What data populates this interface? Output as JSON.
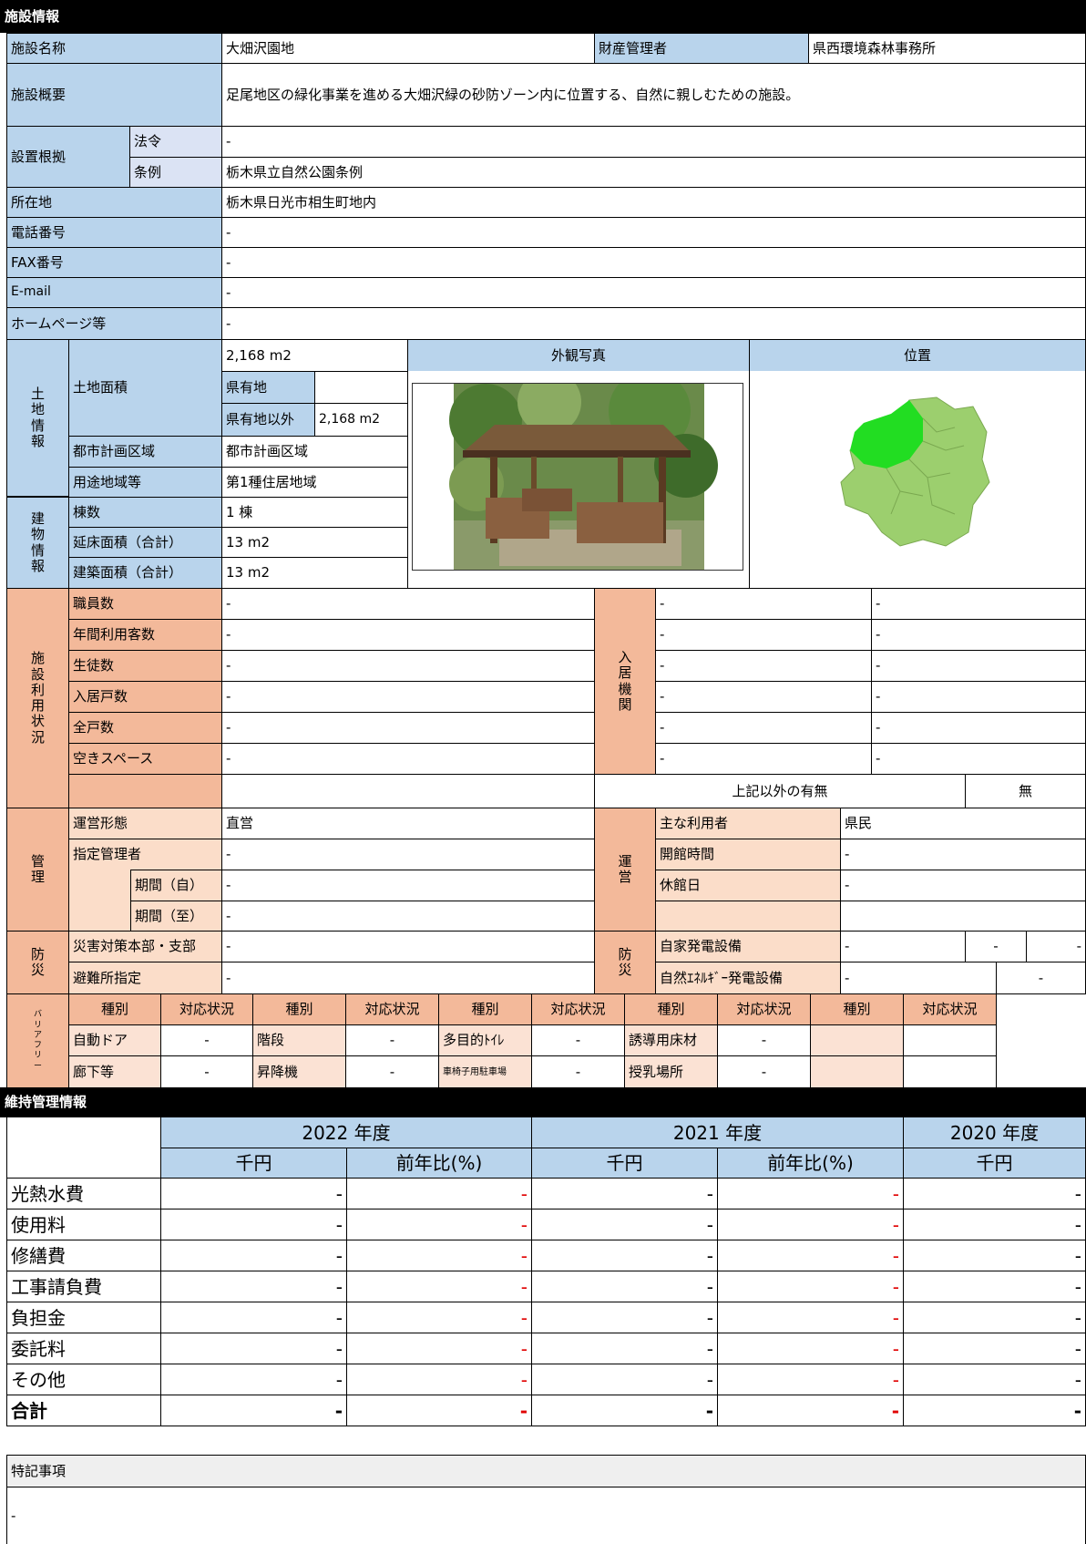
{
  "section_info_title": "施設情報",
  "basic": {
    "name_label": "施設名称",
    "name": "大畑沢園地",
    "manager_label": "財産管理者",
    "manager": "県西環境森林事務所",
    "summary_label": "施設概要",
    "summary": "足尾地区の緑化事業を進める大畑沢緑の砂防ゾーン内に位置する、自然に親しむための施設。",
    "basis_label": "設置根拠",
    "law_label": "法令",
    "law": "-",
    "ordinance_label": "条例",
    "ordinance": "栃木県立自然公園条例",
    "address_label": "所在地",
    "address": "栃木県日光市相生町地内",
    "phone_label": "電話番号",
    "phone": "-",
    "fax_label": "FAX番号",
    "fax": "-",
    "email_label": "E-mail",
    "email": "-",
    "homepage_label": "ホームページ等",
    "homepage": "-"
  },
  "land": {
    "group_label": "土地情報",
    "area_label": "土地面積",
    "area": "2,168 m2",
    "pref_label": "県有地",
    "pref": "",
    "nonpref_label": "県有地以外",
    "nonpref": "2,168 m2",
    "city_label": "都市計画区域",
    "city": "都市計画区域",
    "zoning_label": "用途地域等",
    "zoning": "第1種住居地域"
  },
  "building": {
    "group_label": "建物情報",
    "count_label": "棟数",
    "count": "1 棟",
    "floor_label": "延床面積（合計）",
    "floor": "13 m2",
    "build_label": "建築面積（合計）",
    "build": "13 m2"
  },
  "photo_label": "外観写真",
  "location_label": "位置",
  "usage": {
    "group_label": "施設利用状況",
    "staff_label": "職員数",
    "staff": "-",
    "visitors_label": "年間利用客数",
    "visitors": "-",
    "students_label": "生徒数",
    "students": "-",
    "tenants_label": "入居戸数",
    "tenants": "-",
    "units_label": "全戸数",
    "units": "-",
    "vacant_label": "空きスペース",
    "vacant": "-",
    "org_label": "入居機関",
    "orgs": [
      "-",
      "-",
      "-",
      "-",
      "-",
      "-"
    ],
    "orgs2": [
      "-",
      "-",
      "-",
      "-",
      "-",
      "-"
    ],
    "other_label": "上記以外の有無",
    "other": "無"
  },
  "mgmt": {
    "group_label": "管理",
    "type_label": "運営形態",
    "type": "直営",
    "designated_label": "指定管理者",
    "designated": "-",
    "from_label": "期間（自）",
    "from": "-",
    "to_label": "期間（至）",
    "to": "-"
  },
  "ops": {
    "group_label": "運営",
    "users_label": "主な利用者",
    "users": "県民",
    "hours_label": "開館時間",
    "hours": "-",
    "closed_label": "休館日",
    "closed": "-"
  },
  "disaster": {
    "group_label": "防災",
    "hq_label": "災害対策本部・支部",
    "hq": "-",
    "shelter_label": "避難所指定",
    "shelter": "-",
    "group2_label": "防災",
    "gen_label": "自家発電設備",
    "gen": "-",
    "gen2": "-",
    "gen3": "-",
    "renew_label": "自然ｴﾈﾙｷﾞｰ発電設備",
    "renew": "-",
    "renew2": "-"
  },
  "barrier": {
    "group_label": "バリアフリー",
    "kind_label": "種別",
    "status_label": "対応状況",
    "items": [
      {
        "name": "自動ドア",
        "status": "-"
      },
      {
        "name": "廊下等",
        "status": "-"
      },
      {
        "name": "階段",
        "status": "-"
      },
      {
        "name": "昇降機",
        "status": "-"
      },
      {
        "name": "多目的ﾄｲﾚ",
        "status": "-"
      },
      {
        "name": "車椅子用駐車場",
        "status": "-"
      },
      {
        "name": "誘導用床材",
        "status": "-"
      },
      {
        "name": "授乳場所",
        "status": "-"
      }
    ]
  },
  "maint": {
    "title": "維持管理情報",
    "years": [
      "2022 年度",
      "2021 年度",
      "2020 年度"
    ],
    "unit_label": "千円",
    "ratio_label": "前年比(%)",
    "rows": [
      {
        "label": "光熱水費",
        "v": [
          "-",
          "-",
          "-",
          "-",
          "-"
        ]
      },
      {
        "label": "使用料",
        "v": [
          "-",
          "-",
          "-",
          "-",
          "-"
        ]
      },
      {
        "label": "修繕費",
        "v": [
          "-",
          "-",
          "-",
          "-",
          "-"
        ]
      },
      {
        "label": "工事請負費",
        "v": [
          "-",
          "-",
          "-",
          "-",
          "-"
        ]
      },
      {
        "label": "負担金",
        "v": [
          "-",
          "-",
          "-",
          "-",
          "-"
        ]
      },
      {
        "label": "委託料",
        "v": [
          "-",
          "-",
          "-",
          "-",
          "-"
        ]
      },
      {
        "label": "その他",
        "v": [
          "-",
          "-",
          "-",
          "-",
          "-"
        ]
      },
      {
        "label": "合計",
        "v": [
          "-",
          "-",
          "-",
          "-",
          "-"
        ]
      }
    ]
  },
  "notes_label": "特記事項",
  "notes": "-",
  "colors": {
    "blue_label": "#b9d4ec",
    "orange_group": "#f3b99a",
    "peach_label": "#fbddc9",
    "map_highlight": "#22dd22",
    "map_base": "#9ccf6e"
  }
}
